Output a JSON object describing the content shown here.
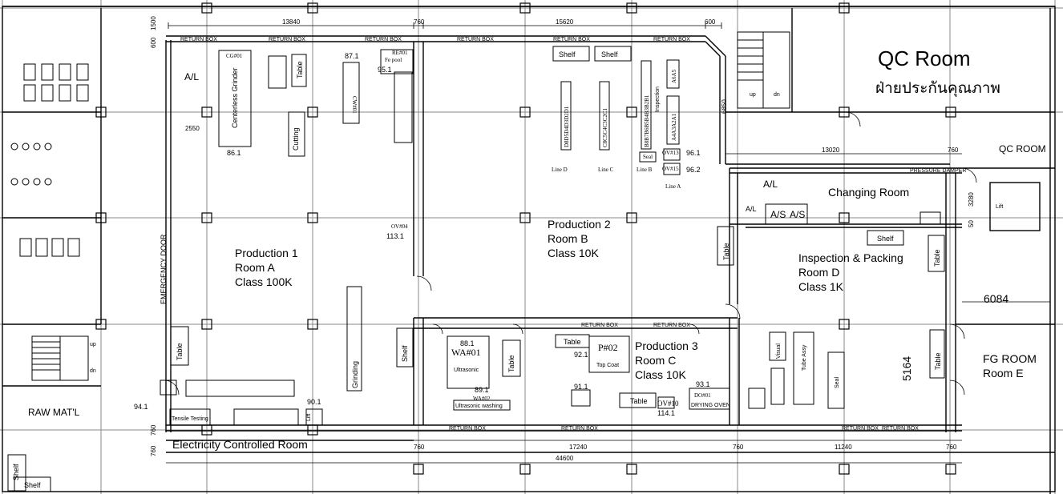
{
  "labels": {
    "qc_room": "QC Room",
    "qc_room_thai": "ฝ่ายประกันคุณภาพ",
    "qc_room_small": "QC ROOM",
    "changing_room": "Changing Room",
    "lift": "Lift",
    "al_1": "A/L",
    "al_2": "A/L",
    "al_3": "A/L",
    "as_1": "A/S",
    "as_2": "A/S",
    "prod1_l1": "Production 1",
    "prod1_l2": "Room A",
    "prod1_l3": "Class 100K",
    "prod2_l1": "Production 2",
    "prod2_l2": "Room B",
    "prod2_l3": "Class 10K",
    "prod3_l1": "Production 3",
    "prod3_l2": "Room C",
    "prod3_l3": "Class 10K",
    "insp_l1": "Inspection & Packing",
    "insp_l2": "Room D",
    "insp_l3": "Class 1K",
    "fg_l1": "FG ROOM",
    "fg_l2": "Room E",
    "raw": "RAW MAT'L",
    "elec": "Electricity Controlled Room",
    "emergency": "EMERGENCY DOOR",
    "shelf": "Shelf",
    "table": "Table",
    "cutting": "Cutting",
    "grinding": "Grinding",
    "ultrasonic": "Ultrasonic",
    "top_coat": "Top Coat",
    "visual": "Visual",
    "tube_assy": "Tube Assy",
    "seal": "Seal",
    "drying_oven": "DRYING OVEN",
    "tensile": "Tensile Testing",
    "ultra_wash": "Ultrasonic washing",
    "centerless": "Centerless Grinder",
    "inspection": "Inspection",
    "line_a": "Line A",
    "line_b": "Line B",
    "line_c": "Line C",
    "line_d": "Line D",
    "return_box": "RETURN BOX",
    "pressure_damper": "PRESSURE DAMPER",
    "up": "up",
    "dn": "dn",
    "room_code_wa01": "WA#01",
    "room_code_wa02": "WA#02",
    "room_code_p02": "P#02",
    "room_code_cg01": "CG#01",
    "room_code_cw01": "CW#01",
    "room_code_ov04": "OV#04",
    "room_code_ov10": "OV#10",
    "room_code_do01": "DO#01",
    "room_code_ov13": "OV#13",
    "room_code_ov15": "OV#15",
    "room_code_re01": "RE#01",
    "fe_pool": "Fe pool",
    "seal_small": "Seal",
    "line_b_codes": "B8B7B6B5B4B3B2B1",
    "line_c_codes": "C8C5C4C3C2C1",
    "line_d_codes": "D8D5D4D3D2D1",
    "a_codes_top": "A6A5",
    "a_codes_bot": "A4A3A2A1"
  },
  "dimensions": {
    "d13840": "13840",
    "d760_top": "760",
    "d15620": "15620",
    "d600_top": "600",
    "d600_left": "600",
    "d1500": "1500",
    "d2550": "2550",
    "d6850": "6850",
    "d13020": "13020",
    "d760_right": "760",
    "d3280": "3280",
    "d50": "50",
    "d6084": "6084",
    "d5164": "5164",
    "d760_b1": "760",
    "d17240": "17240",
    "d760_b2": "760",
    "d11240": "11240",
    "d760_b3": "760",
    "d44600": "44600",
    "d760_left_bot": "760",
    "d760_left_bot2": "760"
  },
  "points": {
    "p86_1": "86.1",
    "p87_1": "87.1",
    "p95_1": "95.1",
    "p96_1": "96.1",
    "p96_2": "96.2",
    "p113_1": "113.1",
    "p88_1": "88.1",
    "p89_1": "89.1",
    "p92_1": "92.1",
    "p91_1": "91.1",
    "p93_1": "93.1",
    "p114_1": "114.1",
    "p90_1": "90.1",
    "p94_1": "94.1"
  },
  "colors": {
    "line": "#000000",
    "grid": "#8a8a8a",
    "wall": "#000000"
  }
}
